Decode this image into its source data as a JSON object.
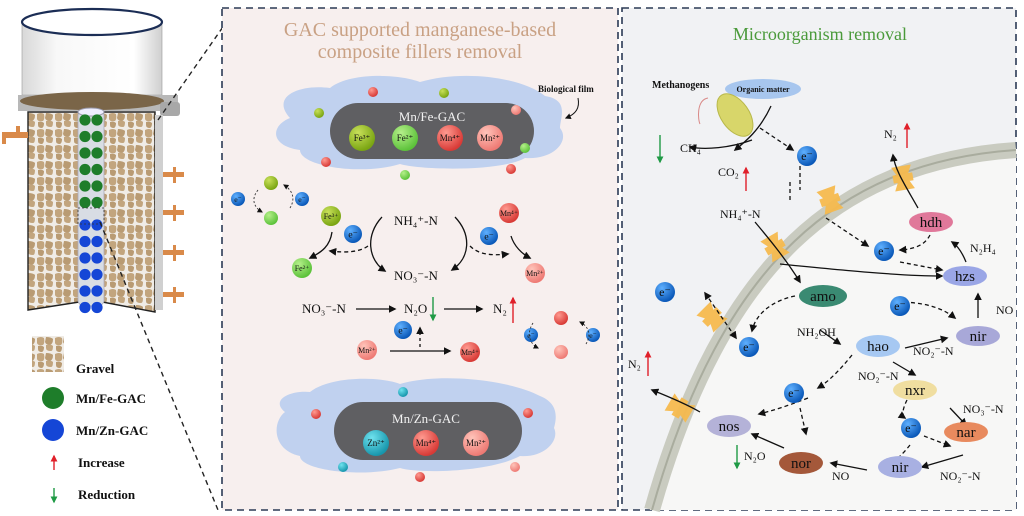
{
  "reactor": {
    "legend": [
      {
        "label": "Gravel",
        "kind": "gravel",
        "color": "#c2a57e"
      },
      {
        "label": "Mn/Fe-GAC",
        "kind": "circle",
        "color": "#1e7d2a"
      },
      {
        "label": "Mn/Zn-GAC",
        "kind": "circle",
        "color": "#1546d6"
      },
      {
        "label": "Increase",
        "kind": "arrow-up",
        "color": "#e0202a"
      },
      {
        "label": "Reduction",
        "kind": "arrow-down",
        "color": "#1f9a45"
      }
    ]
  },
  "gac_panel": {
    "title_line1": "GAC supported manganese-based",
    "title_line2": "composite fillers removal",
    "title_color": "#c9a184",
    "biofilm_label": "Biological film",
    "top_filler": {
      "label": "Mn/Fe-GAC",
      "ions": [
        "Fe3+",
        "Fe2+",
        "Mn4+",
        "Mn2+"
      ]
    },
    "bottom_filler": {
      "label": "Mn/Zn-GAC",
      "ions": [
        "Zn2+",
        "Mn4+",
        "Mn2+"
      ]
    },
    "reactions": {
      "nh4": "NH₄⁺-N",
      "no3_center": "NO₃⁻-N",
      "no3_left": "NO₃⁻-N",
      "n2o": "N₂O",
      "n2": "N₂",
      "fe3": "Fe³⁺",
      "fe2": "Fe²⁺",
      "mn4": "Mn⁴⁺",
      "mn2": "Mn²⁺",
      "electron": "e⁻"
    }
  },
  "micro_panel": {
    "title": "Microorganism removal",
    "title_color": "#4a9a3a",
    "methanogens": "Methanogens",
    "organic_matter": "Organic matter",
    "ch4": "CH₄",
    "co2": "CO₂",
    "n2_top": "N₂",
    "n2_left": "N₂",
    "nh4": "NH₄⁺-N",
    "n2h4": "N₂H₄",
    "nh2oh": "NH₂OH",
    "no": "NO",
    "no_bottom": "NO",
    "no2_hao_nir": "NO₂⁻-N",
    "no2_hao_nxr": "NO₂⁻-N",
    "no3_nxr_nar": "NO₃⁻-N",
    "no2_nar_nir": "NO₂⁻-N",
    "n2o": "N₂O",
    "electron": "e⁻",
    "enzymes": {
      "hdh": {
        "label": "hdh",
        "color": "#e0789a"
      },
      "hzs": {
        "label": "hzs",
        "color": "#9aa6e6"
      },
      "amo": {
        "label": "amo",
        "color": "#3a8a72"
      },
      "nir_top": {
        "label": "nir",
        "color": "#a8a8d8"
      },
      "hao": {
        "label": "hao",
        "color": "#a6c8f2"
      },
      "nxr": {
        "label": "nxr",
        "color": "#f0dea0"
      },
      "nar": {
        "label": "nar",
        "color": "#e88a5e"
      },
      "nir_bottom": {
        "label": "nir",
        "color": "#a8b0e2"
      },
      "nor": {
        "label": "nor",
        "color": "#a4583a"
      },
      "nos": {
        "label": "nos",
        "color": "#b4b2d8"
      }
    }
  }
}
